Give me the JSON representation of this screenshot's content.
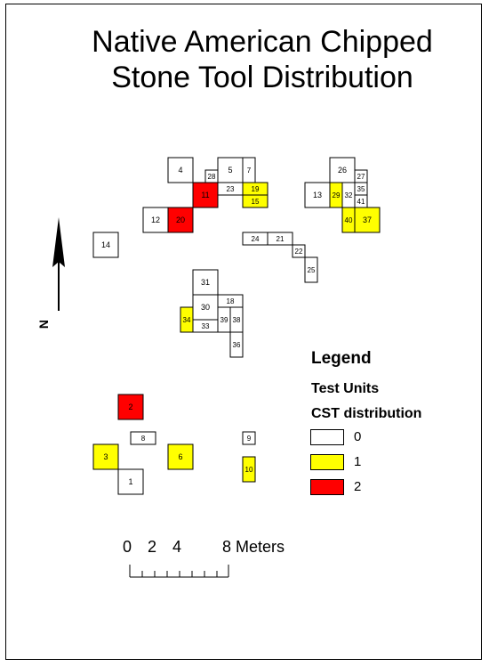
{
  "title_lines": [
    "Native American Chipped",
    "Stone Tool Distribution"
  ],
  "north_label": "N",
  "colors": {
    "count_0": "#ffffff",
    "count_1": "#ffff00",
    "count_2": "#ff0000",
    "stroke": "#000000"
  },
  "legend": {
    "heading": "Legend",
    "subheading": "Test Units",
    "field": "CST distribution",
    "classes": [
      {
        "value": "0",
        "color": "#ffffff"
      },
      {
        "value": "1",
        "color": "#ffff00"
      },
      {
        "value": "2",
        "color": "#ff0000"
      }
    ]
  },
  "scale_bar": {
    "labels": [
      "0",
      "2",
      "4",
      "8 Meters"
    ]
  },
  "test_units": [
    {
      "id": "4",
      "count": 0
    },
    {
      "id": "28",
      "count": 0
    },
    {
      "id": "5",
      "count": 0
    },
    {
      "id": "7",
      "count": 0
    },
    {
      "id": "11",
      "count": 2
    },
    {
      "id": "23",
      "count": 0
    },
    {
      "id": "19",
      "count": 1
    },
    {
      "id": "15",
      "count": 1
    },
    {
      "id": "12",
      "count": 0
    },
    {
      "id": "20",
      "count": 2
    },
    {
      "id": "14",
      "count": 0
    },
    {
      "id": "26",
      "count": 0
    },
    {
      "id": "27",
      "count": 0
    },
    {
      "id": "13",
      "count": 0
    },
    {
      "id": "29",
      "count": 1
    },
    {
      "id": "32",
      "count": 0
    },
    {
      "id": "35",
      "count": 0
    },
    {
      "id": "41",
      "count": 0
    },
    {
      "id": "40",
      "count": 1
    },
    {
      "id": "37",
      "count": 1
    },
    {
      "id": "24",
      "count": 0
    },
    {
      "id": "21",
      "count": 0
    },
    {
      "id": "22",
      "count": 0
    },
    {
      "id": "25",
      "count": 0
    },
    {
      "id": "31",
      "count": 0
    },
    {
      "id": "30",
      "count": 0
    },
    {
      "id": "18",
      "count": 0
    },
    {
      "id": "34",
      "count": 1
    },
    {
      "id": "33",
      "count": 0
    },
    {
      "id": "39",
      "count": 0
    },
    {
      "id": "38",
      "count": 0
    },
    {
      "id": "36",
      "count": 0
    },
    {
      "id": "2",
      "count": 2
    },
    {
      "id": "8",
      "count": 0
    },
    {
      "id": "9",
      "count": 0
    },
    {
      "id": "3",
      "count": 1
    },
    {
      "id": "6",
      "count": 1
    },
    {
      "id": "10",
      "count": 1
    },
    {
      "id": "1",
      "count": 0
    }
  ]
}
